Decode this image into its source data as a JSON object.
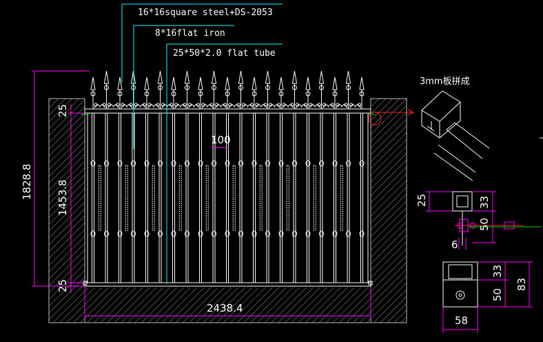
{
  "annotations": {
    "square_steel": "16*16square steel+DS-2053",
    "flat_iron": "8*16flat iron",
    "flat_tube": "25*50*2.0 flat tube",
    "plate_note": "3mm板拼成"
  },
  "dimensions": {
    "total_height": "1828.8",
    "inner_height": "1453.8",
    "top_gap": "25",
    "bottom_gap": "25",
    "picket_spacing": "100",
    "total_width": "2438.4",
    "detail_a_25": "25",
    "detail_a_33": "33",
    "detail_a_50": "50",
    "detail_a_6": "6",
    "detail_b_33": "33",
    "detail_b_50": "50",
    "detail_b_83": "83",
    "detail_b_58": "58"
  },
  "colors": {
    "background": "#000000",
    "line": "#ffffff",
    "dimension": "#ff00ff",
    "leader": "#00ffff",
    "hatch": "#9a9a9a",
    "section": "#ff2020"
  }
}
